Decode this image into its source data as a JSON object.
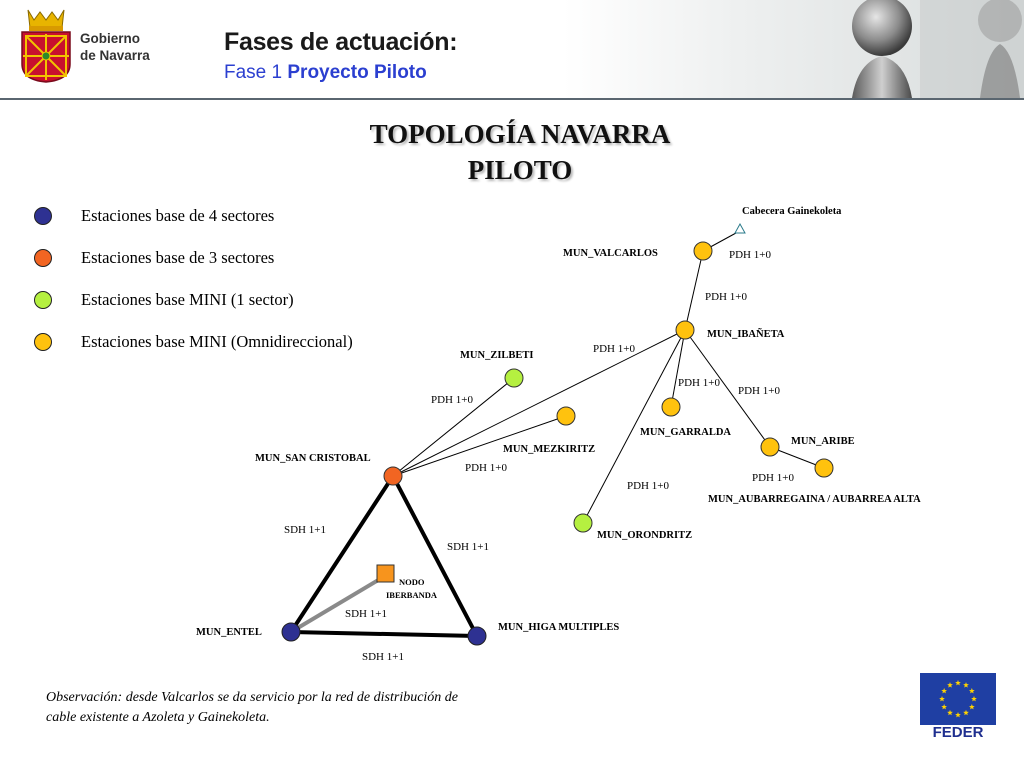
{
  "header": {
    "logo_text_line1": "Gobierno",
    "logo_text_line2": "de Navarra",
    "title": "Fases de actuación:",
    "subtitle_prefix": "Fase 1",
    "subtitle_highlight": "Proyecto Piloto"
  },
  "diagram_title": {
    "line1": "TOPOLOGÍA NAVARRA",
    "line2": "PILOTO"
  },
  "legend": [
    {
      "label": "Estaciones base de 4 sectores",
      "color": "#2e3192"
    },
    {
      "label": "Estaciones base de 3 sectores",
      "color": "#f26522"
    },
    {
      "label": "Estaciones base MINI (1 sector)",
      "color": "#b5f040"
    },
    {
      "label": "Estaciones base MINI (Omnidireccional)",
      "color": "#ffc20e"
    }
  ],
  "nodes": {
    "cabecera": "Cabecera Gainekoleta",
    "valcarlos": "MUN_VALCARLOS",
    "ibaneta": "MUN_IBAÑETA",
    "zilbeti": "MUN_ZILBETI",
    "mezkiritz": "MUN_MEZKIRITZ",
    "garralda": "MUN_GARRALDA",
    "aribe": "MUN_ARIBE",
    "aubarregaina": "MUN_AUBARREGAINA / AUBARREA ALTA",
    "orondritz": "MUN_ORONDRITZ",
    "san_cristobal": "MUN_SAN CRISTOBAL",
    "entel": "MUN_ENTEL",
    "higa": "MUN_HIGA MULTIPLES",
    "nodo_line1": "NODO",
    "nodo_line2": "IBERBANDA"
  },
  "links": {
    "cab_valcarlos": "PDH 1+0",
    "valcarlos_ibaneta": "PDH 1+0",
    "ibaneta_sancristobal": "PDH 1+0",
    "ibaneta_garralda": "PDH 1+0",
    "ibaneta_aribe": "PDH 1+0",
    "aribe_aubarregaina": "PDH 1+0",
    "ibaneta_orondritz": "PDH 1+0",
    "zilbeti_sancristobal": "PDH 1+0",
    "mezkiritz_sancristobal": "PDH 1+0",
    "sancristobal_entel": "SDH 1+1",
    "sancristobal_higa": "SDH 1+1",
    "entel_higa": "SDH 1+1",
    "entel_nodo": "SDH 1+1"
  },
  "colors": {
    "four_sector": "#2e3192",
    "three_sector": "#f26522",
    "mini_one_sector": "#b5f040",
    "mini_omni": "#ffc20e",
    "nodo": "#f7941d",
    "subtitle_blue": "#2b3fd0"
  },
  "observation": "Observación: desde Valcarlos se da servicio por la red de distribución de cable existente a Azoleta y Gainekoleta.",
  "feder_label": "FEDER"
}
